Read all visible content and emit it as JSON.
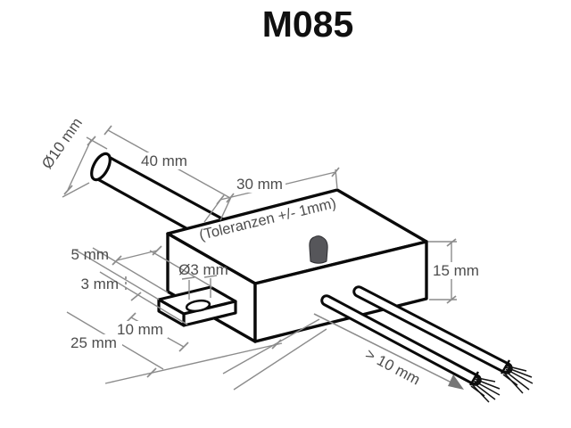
{
  "title": "M085",
  "labels": {
    "probe_diameter": "Ø10 mm",
    "probe_length": "40 mm",
    "body_width": "30 mm",
    "tolerance_note": "(Toleranzen +/- 1mm)",
    "edge_offset": "5 mm",
    "tab_thickness": "3 mm",
    "hole_diameter": "Ø3 mm",
    "body_height": "15 mm",
    "tab_length": "10 mm",
    "body_depth": "25 mm",
    "wire_strip_length": "> 10 mm"
  },
  "colors": {
    "outline": "#0a0a0a",
    "dimension_line": "#8c8c8c",
    "dimension_text": "#4d4d4d",
    "led_dome": "#56565a",
    "background": "#ffffff"
  }
}
